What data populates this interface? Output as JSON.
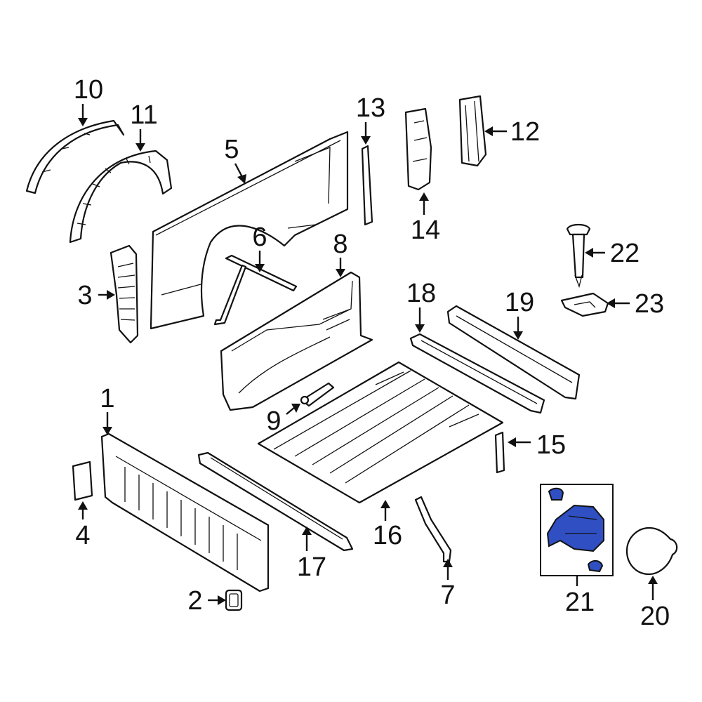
{
  "highlight_color": "#2f4fc2",
  "callouts": {
    "p1": "1",
    "p2": "2",
    "p3": "3",
    "p4": "4",
    "p5": "5",
    "p6": "6",
    "p7": "7",
    "p8": "8",
    "p9": "9",
    "p10": "10",
    "p11": "11",
    "p12": "12",
    "p13": "13",
    "p14": "14",
    "p15": "15",
    "p16": "16",
    "p17": "17",
    "p18": "18",
    "p19": "19",
    "p20": "20",
    "p21": "21",
    "p22": "22",
    "p23": "23"
  }
}
